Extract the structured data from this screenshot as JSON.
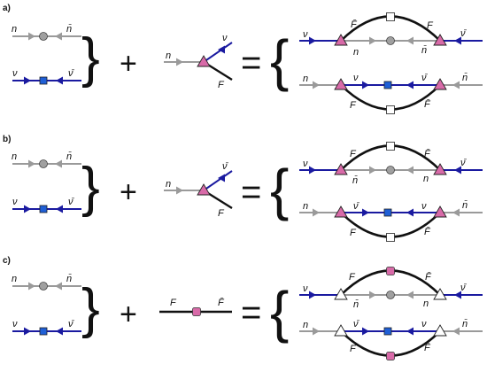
{
  "colors": {
    "gray_line": "#9a9a9a",
    "blue_line": "#1a1aa0",
    "black_line": "#111111",
    "pink": "#d86aa8",
    "node_gray": "#a0a0a0",
    "node_blue": "#1f5fd6",
    "white": "#ffffff"
  },
  "labels": {
    "n": "n",
    "nbar": "n̄",
    "nu": "ν",
    "nubar": "ν̄",
    "F": "F",
    "Fbar": "F̄"
  },
  "operators": {
    "plus": "+",
    "equals": "=",
    "brace_close": "}",
    "brace_open": "{"
  },
  "panels": [
    {
      "id": "a",
      "label": "a)"
    },
    {
      "id": "b",
      "label": "b)"
    },
    {
      "id": "c",
      "label": "c)"
    }
  ]
}
